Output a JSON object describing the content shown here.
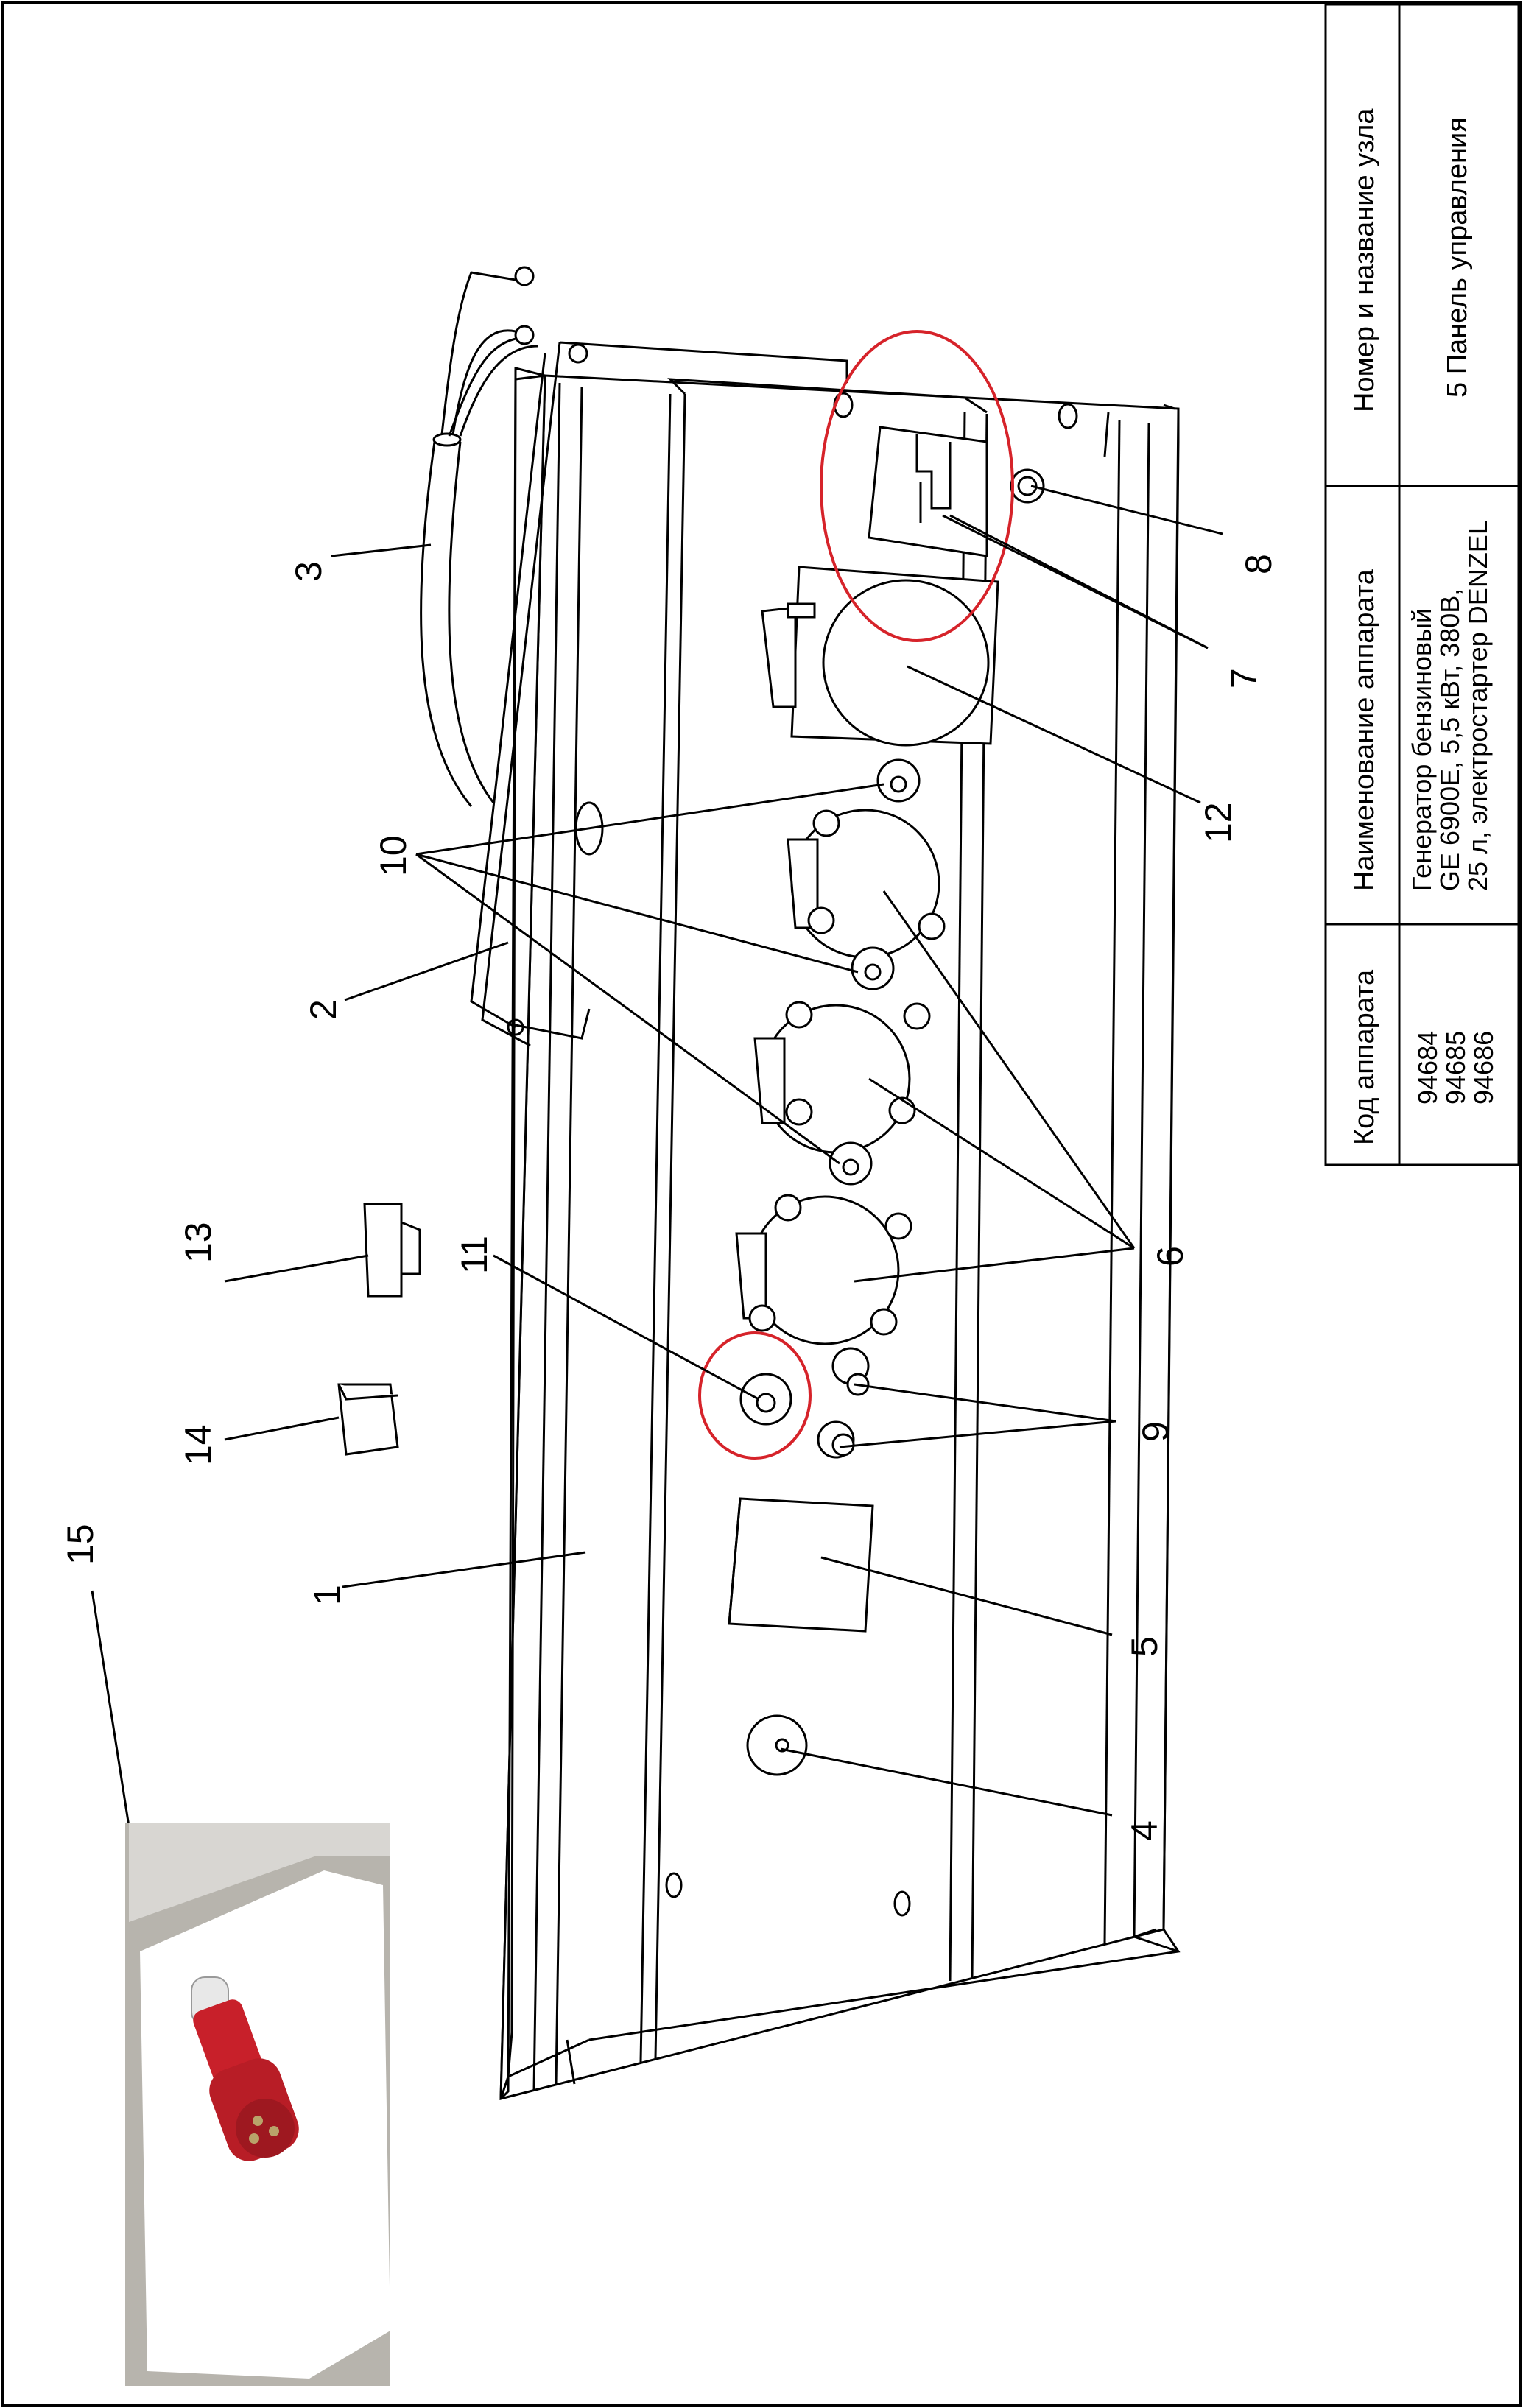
{
  "title_block": {
    "code_header": "Код аппарата",
    "codes": [
      "94684",
      "94685",
      "94686"
    ],
    "name_header": "Наименование аппарата",
    "name_lines": [
      "Генератор бензиновый",
      "GE 6900E, 5,5 кВт, 380В,",
      "25 л, электростартер DENZEL"
    ],
    "unit_header": "Номер и название узла",
    "unit_value": "5 Панель управления"
  },
  "callouts": {
    "c1": "1",
    "c2": "2",
    "c3": "3",
    "c4": "4",
    "c5": "5",
    "c6": "6",
    "c7": "7",
    "c8": "8",
    "c9": "9",
    "c10": "10",
    "c11": "11",
    "c12": "12",
    "c13": "13",
    "c14": "14",
    "c15": "15"
  },
  "colors": {
    "line": "#000000",
    "highlight": "#d6232a",
    "plug": "#c8202a"
  },
  "icons": [
    "phillips-screw-icon",
    "socket-icon",
    "terminal-icon",
    "breaker-icon"
  ]
}
